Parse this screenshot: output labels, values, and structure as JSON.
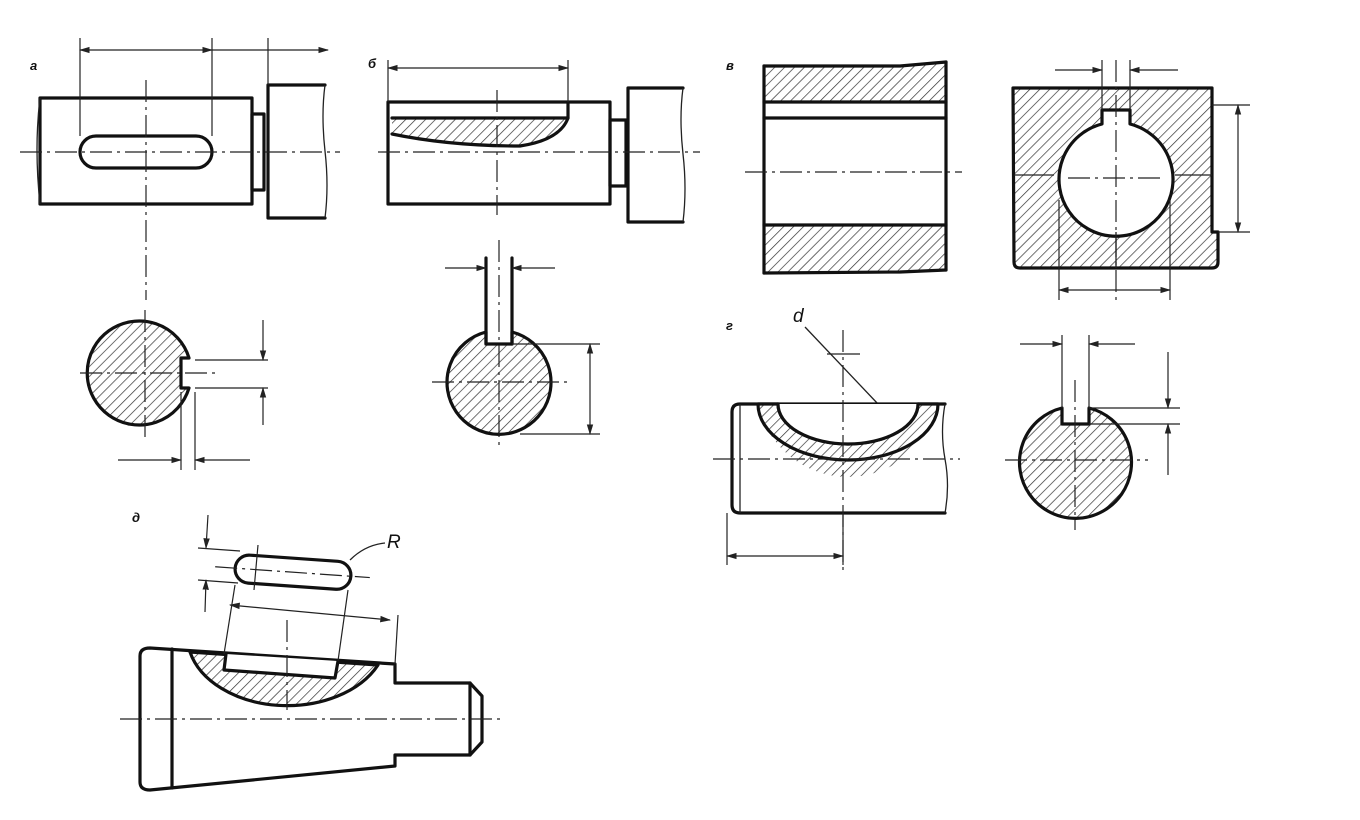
{
  "figure": {
    "views": [
      {
        "id": "a",
        "label": "а"
      },
      {
        "id": "b",
        "label": "б"
      },
      {
        "id": "v",
        "label": "в"
      },
      {
        "id": "g",
        "label": "г"
      },
      {
        "id": "d",
        "label": "д"
      }
    ],
    "annotations": {
      "diameter": "d",
      "radius": "R"
    },
    "colors": {
      "line": "#111111",
      "background": "#ffffff"
    }
  }
}
